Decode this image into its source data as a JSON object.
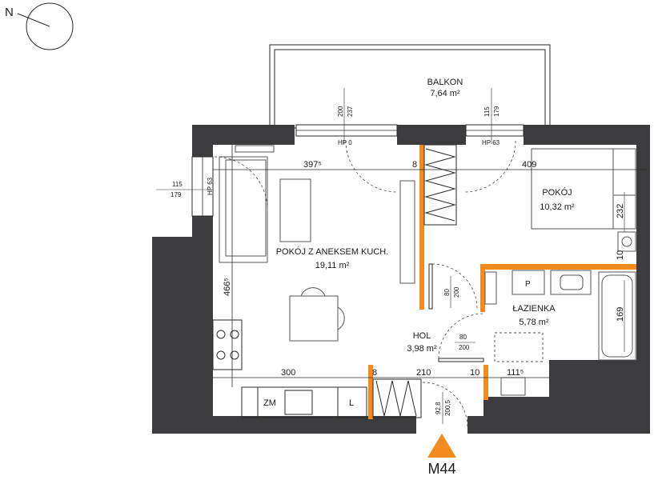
{
  "north": {
    "label": "N"
  },
  "unit": {
    "label": "M44",
    "accent_color": "#f28a1e"
  },
  "rooms": {
    "balcony": {
      "name": "BALKON",
      "area": "7,64 m²"
    },
    "living": {
      "name": "POKÓJ Z ANEKSEM KUCH.",
      "area": "19,11 m²"
    },
    "bedroom": {
      "name": "POKÓJ",
      "area": "10,32 m²"
    },
    "hall": {
      "name": "HOL",
      "area": "3,98 m²"
    },
    "bathroom": {
      "name": "ŁAZIENKA",
      "area": "5,78 m²"
    }
  },
  "dimensions": {
    "living_width": "397⁵",
    "wall_8_top": "8",
    "bedroom_width": "409",
    "living_height": "466⁵",
    "bedroom_232": "232",
    "bath_10": "10",
    "bath_169": "169",
    "kitchen_300": "300",
    "wall_8_bottom": "8",
    "hall_210": "210",
    "wall_10_bottom": "10",
    "bath_111": "111⁵"
  },
  "windows": {
    "balcony_door_1_top": "200",
    "balcony_door_1_bottom": "237",
    "balcony_door_1_hp": "HP 0",
    "balcony_door_2_top": "115",
    "balcony_door_2_bottom": "179",
    "balcony_door_2_hp": "HP 63",
    "side_window_top": "115",
    "side_window_bottom": "179",
    "side_window_hp": "HP 63"
  },
  "doors": {
    "living_door_top": "80",
    "living_door_bottom": "200",
    "bath_door_top": "80",
    "bath_door_bottom": "200",
    "entrance_top": "92,8",
    "entrance_bottom": "200,5"
  },
  "appliances": {
    "fridge_label": "ZM",
    "cabinet_label": "L",
    "washer_label": "P"
  }
}
